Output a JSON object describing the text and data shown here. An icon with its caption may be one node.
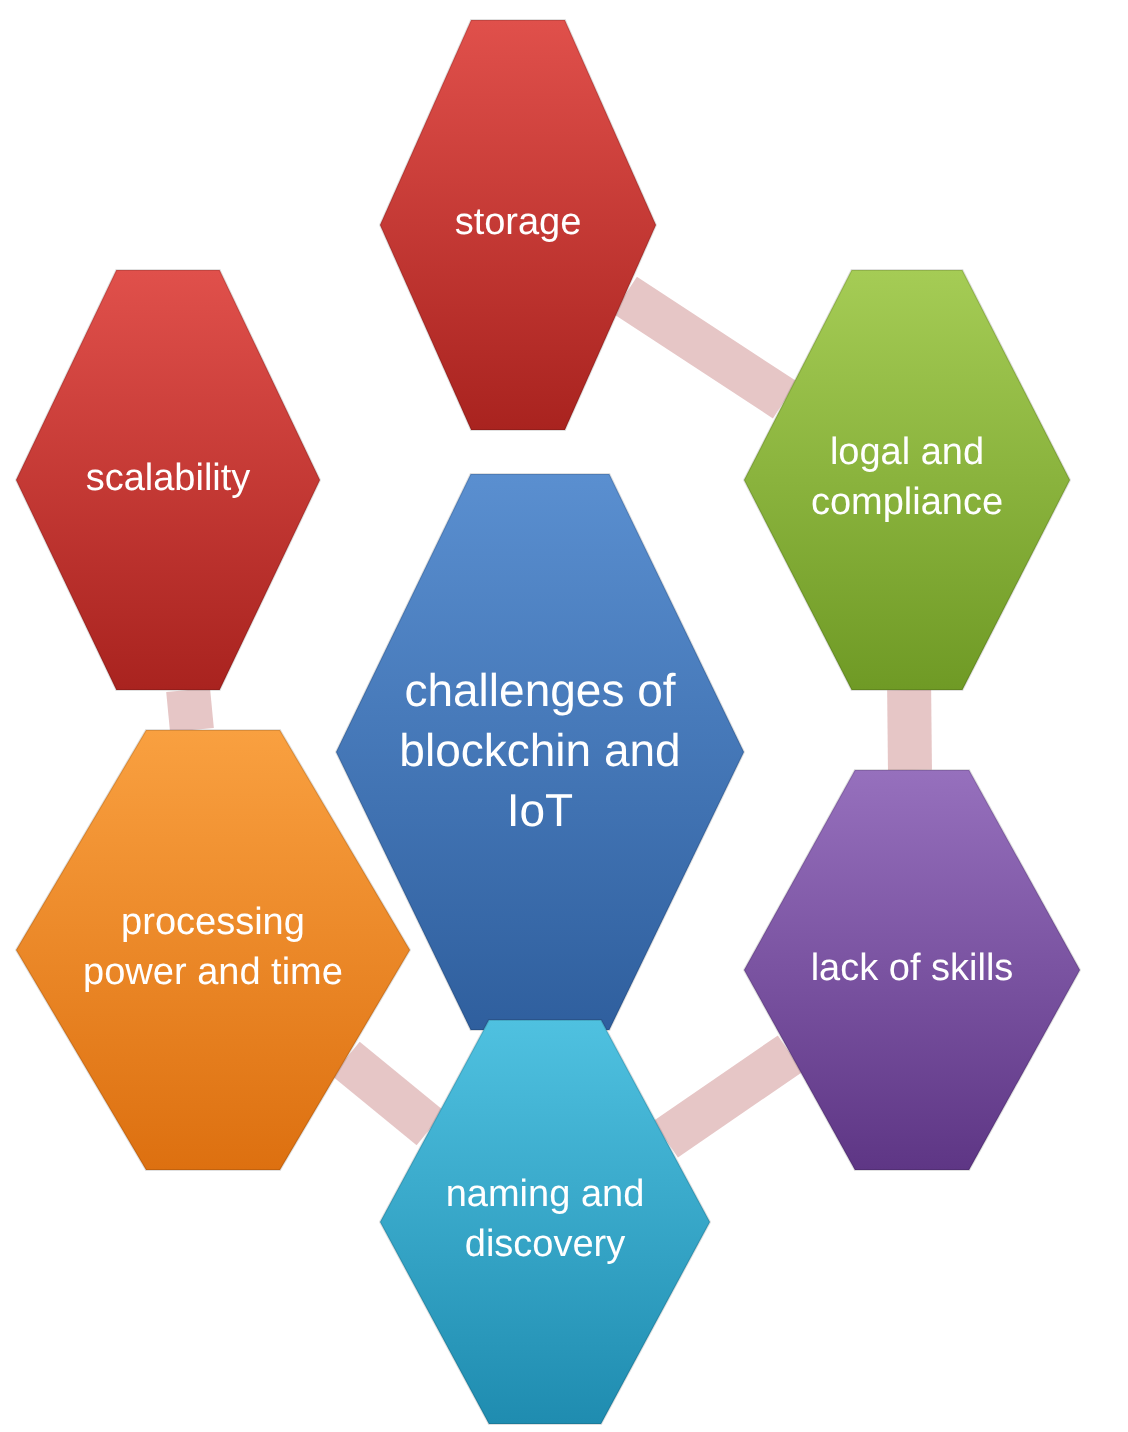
{
  "diagram": {
    "nodes": [
      {
        "text": [
          "challenges of blockchin and IoT"
        ]
      },
      {
        "text": [
          "storage"
        ]
      },
      {
        "text": [
          "logal and compliance"
        ]
      },
      {
        "text": [
          "lack of skills"
        ]
      },
      {
        "text": [
          "naming and discovery"
        ]
      },
      {
        "text": [
          "processing power and time"
        ]
      },
      {
        "text": [
          "scalability"
        ]
      }
    ],
    "edges": [
      {
        "from": 1,
        "to": 2,
        "arrow": "none"
      },
      {
        "from": 2,
        "to": 3,
        "arrow": "none"
      },
      {
        "from": 3,
        "to": 4,
        "arrow": "none"
      },
      {
        "from": 4,
        "to": 5,
        "arrow": "none"
      },
      {
        "from": 5,
        "to": 6,
        "arrow": "none"
      }
    ]
  }
}
